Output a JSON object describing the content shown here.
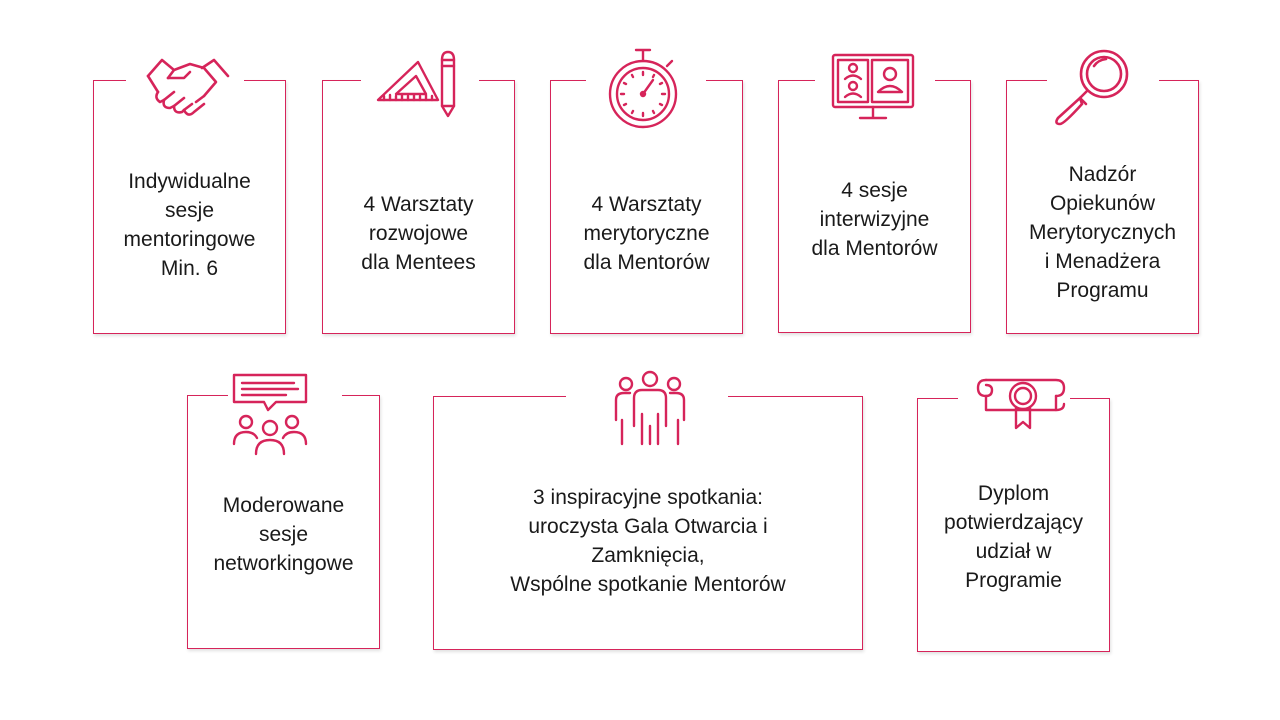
{
  "accent_color": "#d6245a",
  "row1": [
    {
      "id": "mentoring",
      "icon": "handshake-icon",
      "text": "Indywidualne\nsesje\nmentoringowe\nMin. 6"
    },
    {
      "id": "workshops-mentees",
      "icon": "ruler-pencil-icon",
      "text": "4 Warsztaty\nrozwojowe\ndla Mentees"
    },
    {
      "id": "workshops-mentors",
      "icon": "stopwatch-icon",
      "text": "4 Warsztaty\nmerytoryczne\ndla Mentorów"
    },
    {
      "id": "intervision",
      "icon": "video-call-icon",
      "text": "4 sesje\ninterwizyjne\ndla Mentorów"
    },
    {
      "id": "supervision",
      "icon": "magnifier-icon",
      "text": "Nadzór\nOpiekunów\nMerytorycznych\ni Menadżera\nProgramu"
    }
  ],
  "row2": [
    {
      "id": "networking",
      "icon": "group-chat-icon",
      "text": "Moderowane\nsesje\nnetworkingowe"
    },
    {
      "id": "inspiration",
      "icon": "people-group-icon",
      "text": "3 inspiracyjne spotkania:\nuroczysta Gala Otwarcia i\nZamknięcia,\nWspólne spotkanie Mentorów"
    },
    {
      "id": "diploma",
      "icon": "diploma-icon",
      "text": "Dyplom\npotwierdzający\nudział w\nProgramie"
    }
  ]
}
